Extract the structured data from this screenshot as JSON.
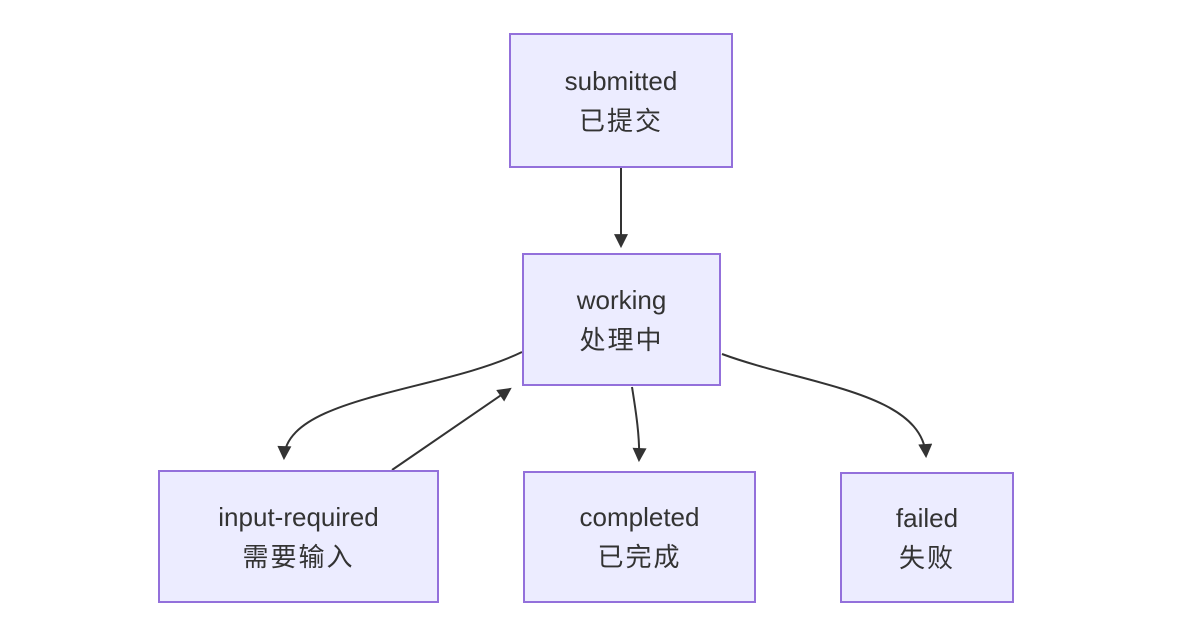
{
  "diagram": {
    "type": "flowchart-state-machine",
    "background_color": "#ffffff",
    "node_fill_color": "#ECECFF",
    "node_border_color": "#9370DB",
    "edge_color": "#333333",
    "text_color": "#333333",
    "nodes": [
      {
        "id": "submitted",
        "label_en": "submitted",
        "label_zh": "已提交"
      },
      {
        "id": "working",
        "label_en": "working",
        "label_zh": "处理中"
      },
      {
        "id": "input-required",
        "label_en": "input-required",
        "label_zh": "需要输入"
      },
      {
        "id": "completed",
        "label_en": "completed",
        "label_zh": "已完成"
      },
      {
        "id": "failed",
        "label_en": "failed",
        "label_zh": "失败"
      }
    ],
    "edges": [
      {
        "from": "submitted",
        "to": "working"
      },
      {
        "from": "working",
        "to": "input-required"
      },
      {
        "from": "input-required",
        "to": "working"
      },
      {
        "from": "working",
        "to": "completed"
      },
      {
        "from": "working",
        "to": "failed"
      }
    ]
  }
}
